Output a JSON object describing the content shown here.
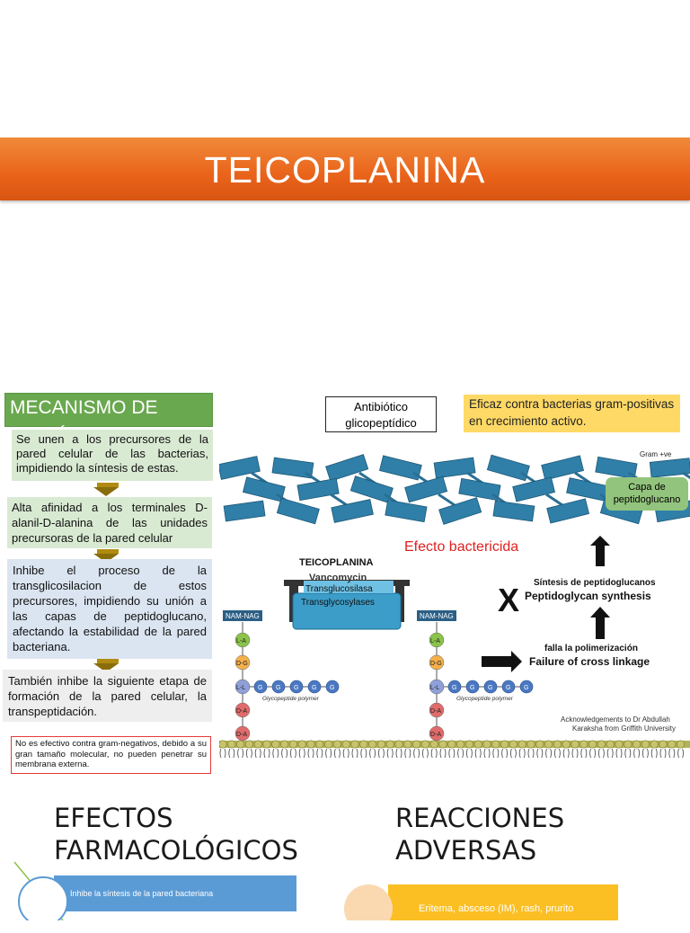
{
  "title": "TEICOPLANINA",
  "mechanism": {
    "heading": "MECANISMO DE ACCIÓN",
    "steps": [
      "Se unen a los precursores de la pared celular de las bacterias, impidiendo la síntesis de estas.",
      "Alta afinidad a los terminales D-alanil-D-alanina de las unidades precursoras de la pared celular",
      "Inhibe el proceso de la transglicosilacion de estos precursores, impidiendo su unión a las capas de peptidoglucano, afectando la estabilidad de la pared bacteriana.",
      "También inhibe la siguiente etapa de formación de la pared celular, la transpeptidación."
    ],
    "warning": "No es efectivo contra gram-negativos, debido a su gran tamaño molecular, no pueden penetrar su membrana externa."
  },
  "antibiotic_label": "Antibiótico glicopeptídico",
  "effective_label": "Eficaz contra bacterias gram-positivas en crecimiento activo.",
  "diagram": {
    "gram": "Gram +ve",
    "capa": "Capa de peptidoglucano",
    "efecto": "Efecto bactericida",
    "efecto_en": "Bactericidal effect",
    "teico": "TEICOPLANINA",
    "vanco": "Vancomycin",
    "enzyme_es": "Transglucosilasa",
    "enzyme_en": "Transglycosylases",
    "nam_nag": "NAM-NAG",
    "residues": [
      "L-A",
      "D-G",
      "L-L",
      "D-A",
      "D-A"
    ],
    "g": "G",
    "polymer": "Glycopeptide polymer",
    "synth_es": "Síntesis de peptidoglucanos",
    "synth_en": "Peptidoglycan synthesis",
    "fail_es": "falla la polimerización",
    "fail_en": "Failure of cross linkage",
    "x": "X",
    "ack1": "Acknowledgements to Dr Abdullah",
    "ack2": "Karaksha from Griffith University"
  },
  "effects": {
    "heading1": "EFECTOS",
    "heading2": "FARMACOLÓGICOS",
    "item": "Inhibe la síntesis de la pared bacteriana"
  },
  "adverse": {
    "heading1": "REACCIONES",
    "heading2": "ADVERSAS",
    "item": "Eritema, absceso (IM), rash, prurito"
  },
  "colors": {
    "banner": "#e9631a",
    "mechanism": "#6aa84f",
    "step_green": "#d9ead3",
    "step_blue": "#dbe5f1",
    "warning_border": "#e43b3b",
    "effective_bg": "#ffd966",
    "peptidoglycan_block": "#2f7fa8",
    "effect_bar": "#5b9bd5",
    "adverse_bar": "#fbbf24"
  }
}
